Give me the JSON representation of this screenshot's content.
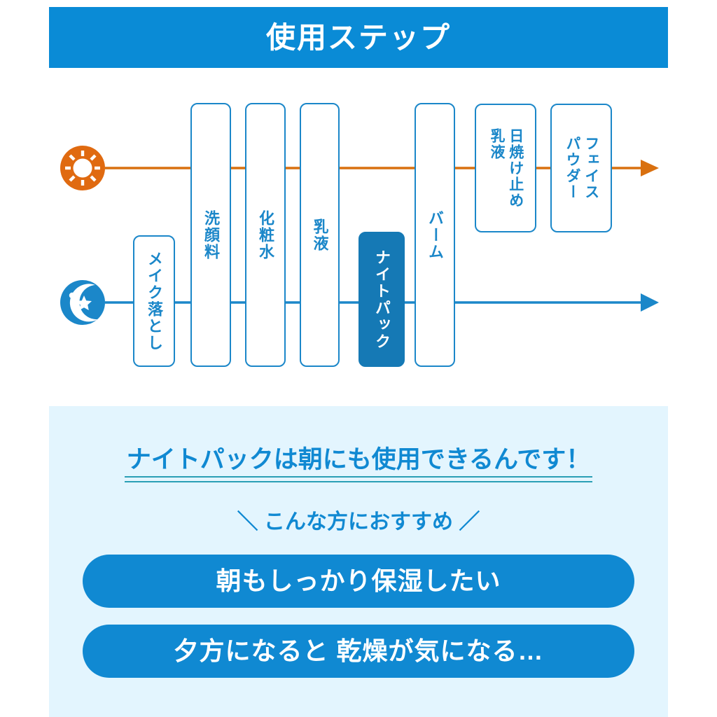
{
  "header": {
    "title": "使用ステップ",
    "background_color": "#0a8bd6",
    "text_color": "#ffffff"
  },
  "diagram": {
    "day_icon": "sun-icon",
    "night_icon": "moon-icon",
    "day_line_color": "#d9700f",
    "night_line_color": "#1b87c9",
    "box_border_color": "#1b87c9",
    "highlight_color": "#1579b5",
    "steps": [
      {
        "id": "makeup-remover",
        "label": "メイク落とし",
        "rows": "night",
        "highlighted": false
      },
      {
        "id": "face-wash",
        "label": "洗顔料",
        "rows": "both",
        "highlighted": false
      },
      {
        "id": "lotion",
        "label": "化粧水",
        "rows": "both",
        "highlighted": false
      },
      {
        "id": "emulsion",
        "label": "乳液",
        "rows": "both",
        "highlighted": false
      },
      {
        "id": "night-pack",
        "label": "ナイトパック",
        "rows": "night",
        "highlighted": true
      },
      {
        "id": "balm",
        "label": "バーム",
        "rows": "both",
        "highlighted": false
      },
      {
        "id": "sunscreen",
        "label_main": "日焼け止め",
        "label_sub": "乳液",
        "rows": "day",
        "highlighted": false
      },
      {
        "id": "face-powder",
        "label_main": "フェイス",
        "label_sub": "パウダー",
        "rows": "day",
        "highlighted": false
      }
    ]
  },
  "panel": {
    "background_color": "#e3f5fe",
    "headline": "ナイトパックは朝にも使用できるんです！",
    "headline_color": "#1089d2",
    "underline_color": "#2a9fb5",
    "subline": "＼ こんな方におすすめ ／",
    "pills": [
      {
        "id": "pill-morning-moisture",
        "label": "朝もしっかり保湿したい"
      },
      {
        "id": "pill-evening-dryness",
        "label": "夕方になると 乾燥が気になる…"
      }
    ]
  }
}
